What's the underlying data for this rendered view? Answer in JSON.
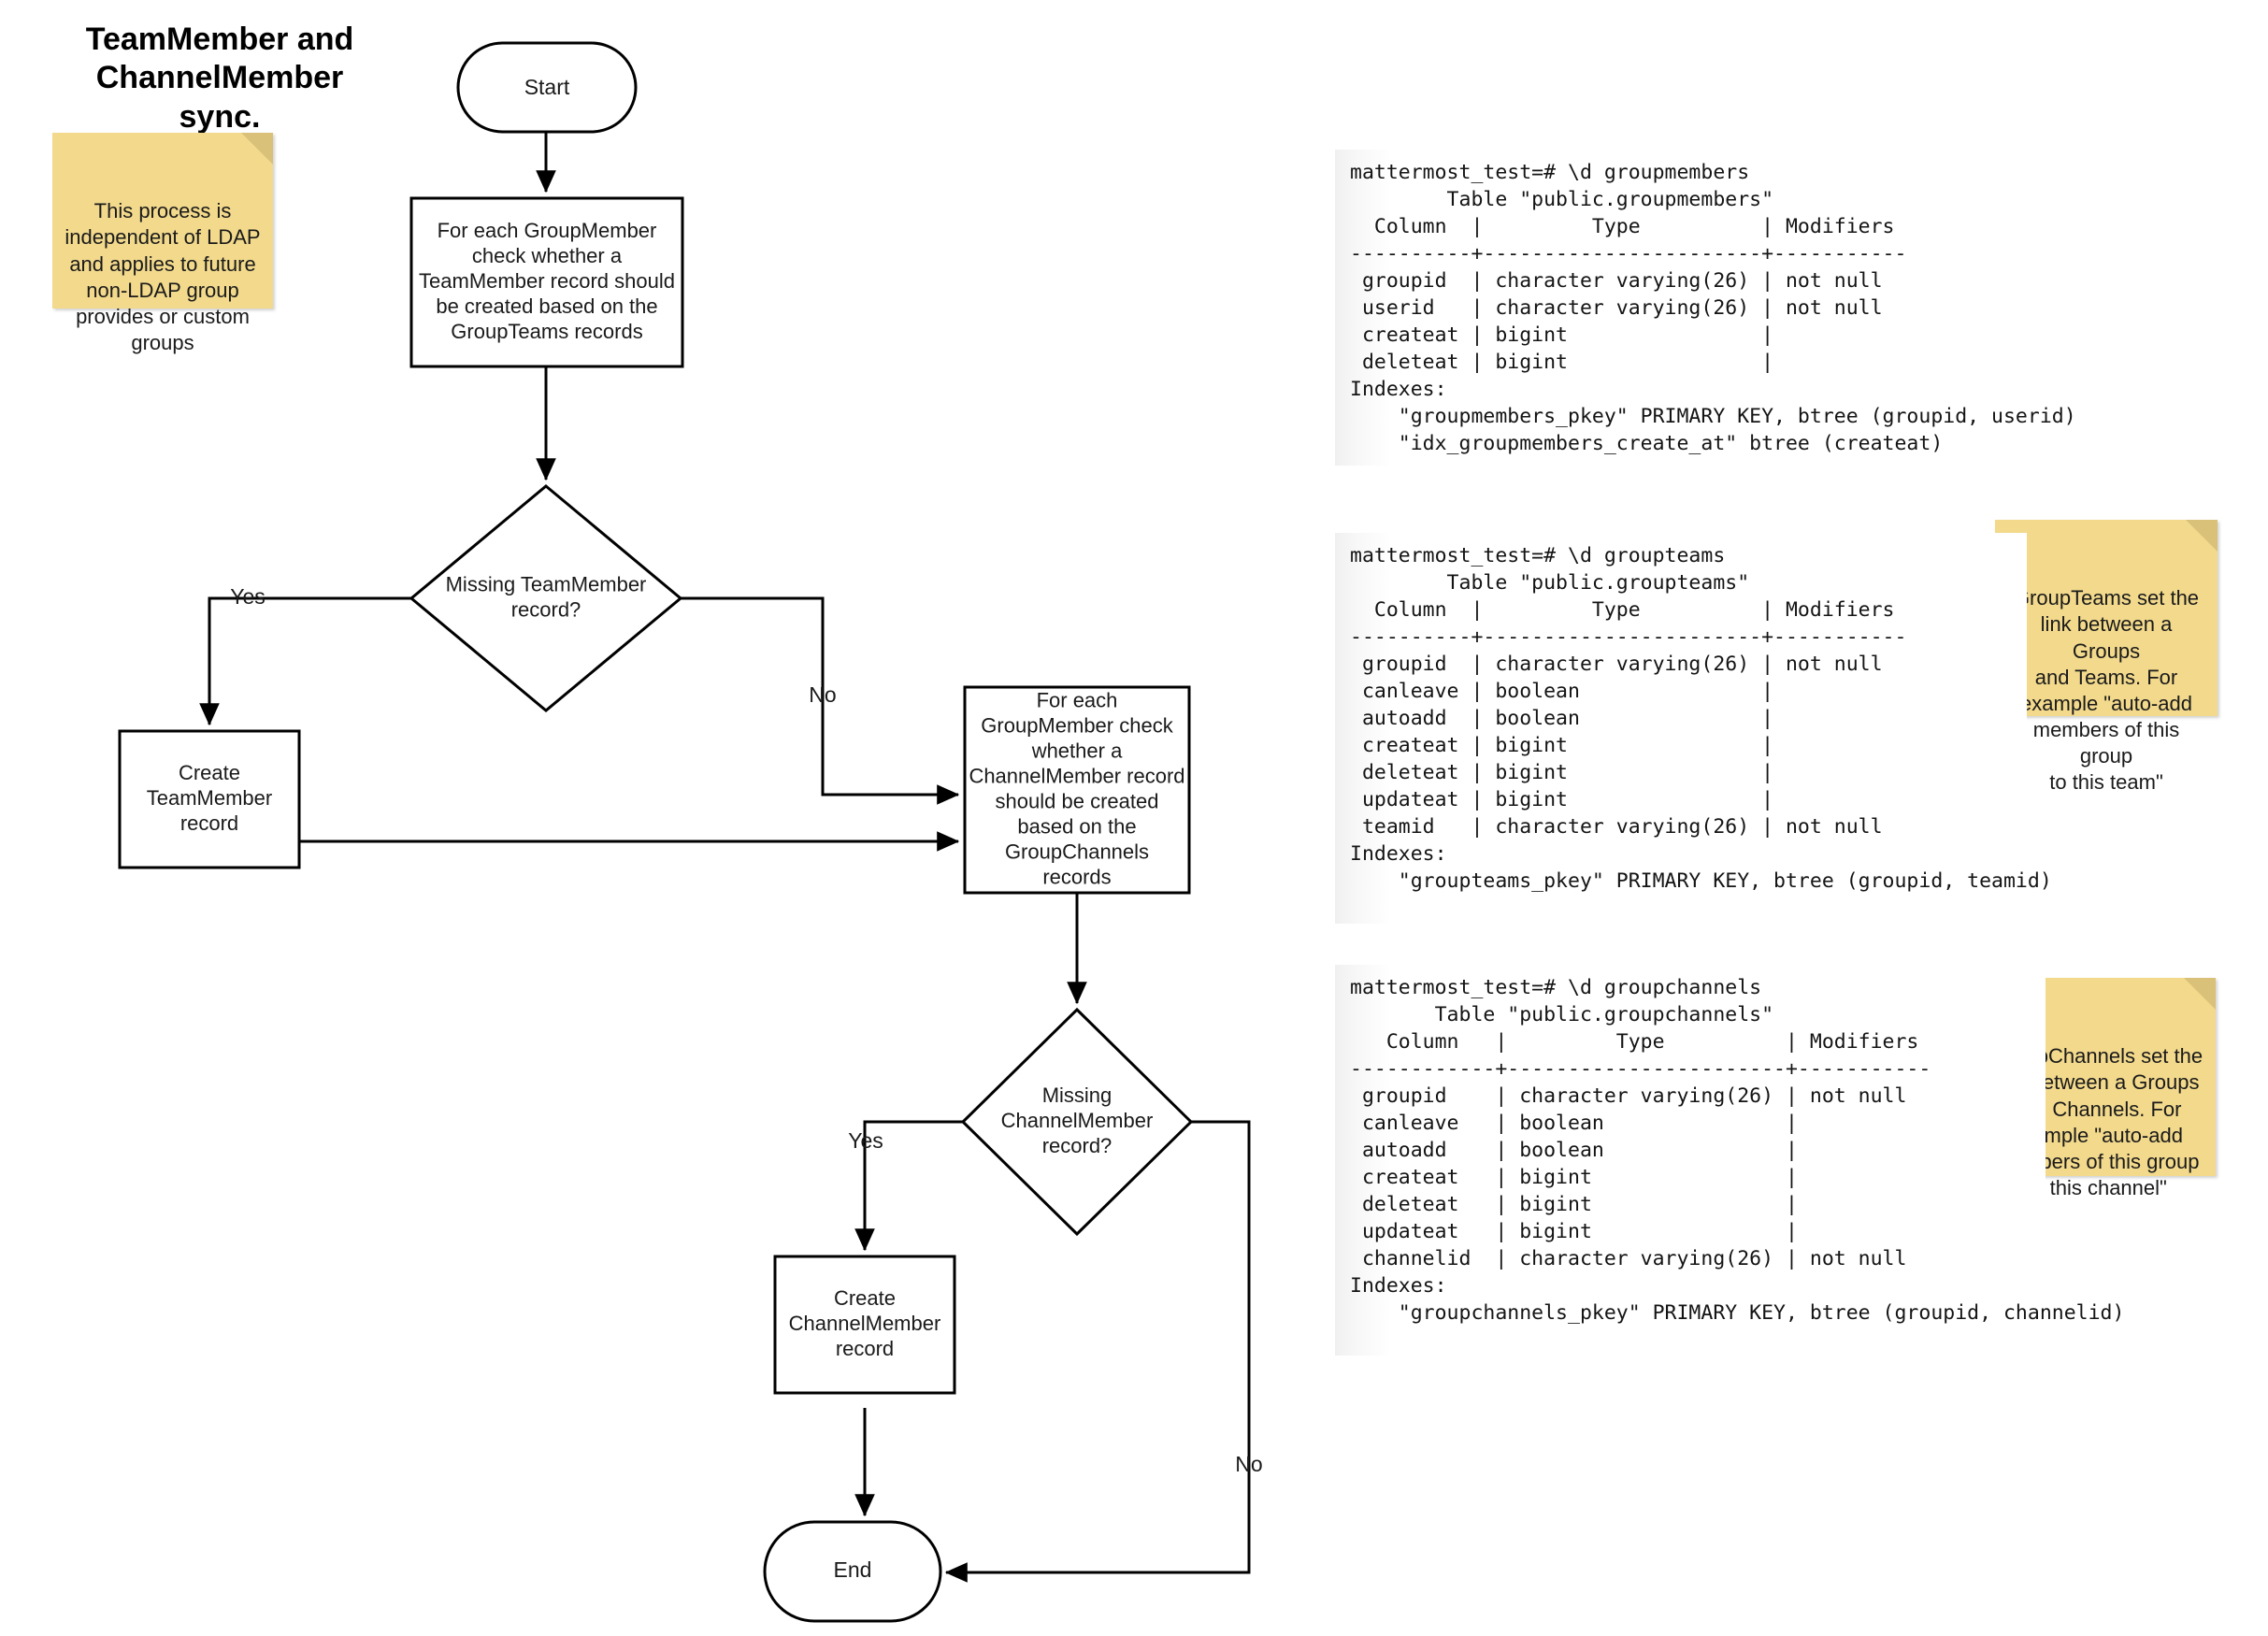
{
  "title": "TeamMember and\nChannelMember sync.",
  "flowchart": {
    "nodes": {
      "start": "Start",
      "process_teammember": "For each GroupMember\ncheck whether a\nTeamMember record should\nbe created based on the\nGroupTeams records",
      "decision_teammember": "Missing TeamMember\nrecord?",
      "create_teammember": "Create\nTeamMember\nrecord",
      "process_channelmember": "For each\nGroupMember check\nwhether a\nChannelMember record\nshould be created\nbased on the\nGroupChannels\nrecords",
      "decision_channelmember": "Missing\nChannelMember\nrecord?",
      "create_channelmember": "Create\nChannelMember\nrecord",
      "end": "End"
    },
    "edge_labels": {
      "teammember_yes": "Yes",
      "teammember_no": "No",
      "channelmember_yes": "Yes",
      "channelmember_no": "No"
    }
  },
  "notes": {
    "ldap": "This process is\nindependent of LDAP\nand applies to future\nnon-LDAP group\nprovides or custom\ngroups",
    "groupteams": "GroupTeams set the\nlink between a Groups\nand Teams. For\nexample \"auto-add\nmembers of this group\nto this team\"",
    "groupchannels": "GroupChannels set the\nlink between a Groups\nand Channels. For\nexample \"auto-add\nmembers of this group\nto this channel\""
  },
  "terminals": {
    "groupmembers": {
      "lines": [
        "mattermost_test=# \\d groupmembers",
        "        Table \"public.groupmembers\"",
        "  Column  |         Type          | Modifiers",
        "----------+-----------------------+-----------",
        " groupid  | character varying(26) | not null",
        " userid   | character varying(26) | not null",
        " createat | bigint                |",
        " deleteat | bigint                |",
        "Indexes:",
        "    \"groupmembers_pkey\" PRIMARY KEY, btree (groupid, userid)",
        "    \"idx_groupmembers_create_at\" btree (createat)"
      ]
    },
    "groupteams": {
      "lines": [
        "mattermost_test=# \\d groupteams",
        "        Table \"public.groupteams\"",
        "  Column  |         Type          | Modifiers",
        "----------+-----------------------+-----------",
        " groupid  | character varying(26) | not null",
        " canleave | boolean               |",
        " autoadd  | boolean               |",
        " createat | bigint                |",
        " deleteat | bigint                |",
        " updateat | bigint                |",
        " teamid   | character varying(26) | not null",
        "Indexes:",
        "    \"groupteams_pkey\" PRIMARY KEY, btree (groupid, teamid)"
      ]
    },
    "groupchannels": {
      "lines": [
        "mattermost_test=# \\d groupchannels",
        "       Table \"public.groupchannels\"",
        "   Column   |         Type          | Modifiers",
        "------------+-----------------------+-----------",
        " groupid    | character varying(26) | not null",
        " canleave   | boolean               |",
        " autoadd    | boolean               |",
        " createat   | bigint                |",
        " deleteat   | bigint                |",
        " updateat   | bigint                |",
        " channelid  | character varying(26) | not null",
        "Indexes:",
        "    \"groupchannels_pkey\" PRIMARY KEY, btree (groupid, channelid)"
      ]
    }
  },
  "colors": {
    "sticky": "#f2d98c",
    "sticky_fold": "#d9c179",
    "stroke": "#000000",
    "background": "#ffffff"
  }
}
